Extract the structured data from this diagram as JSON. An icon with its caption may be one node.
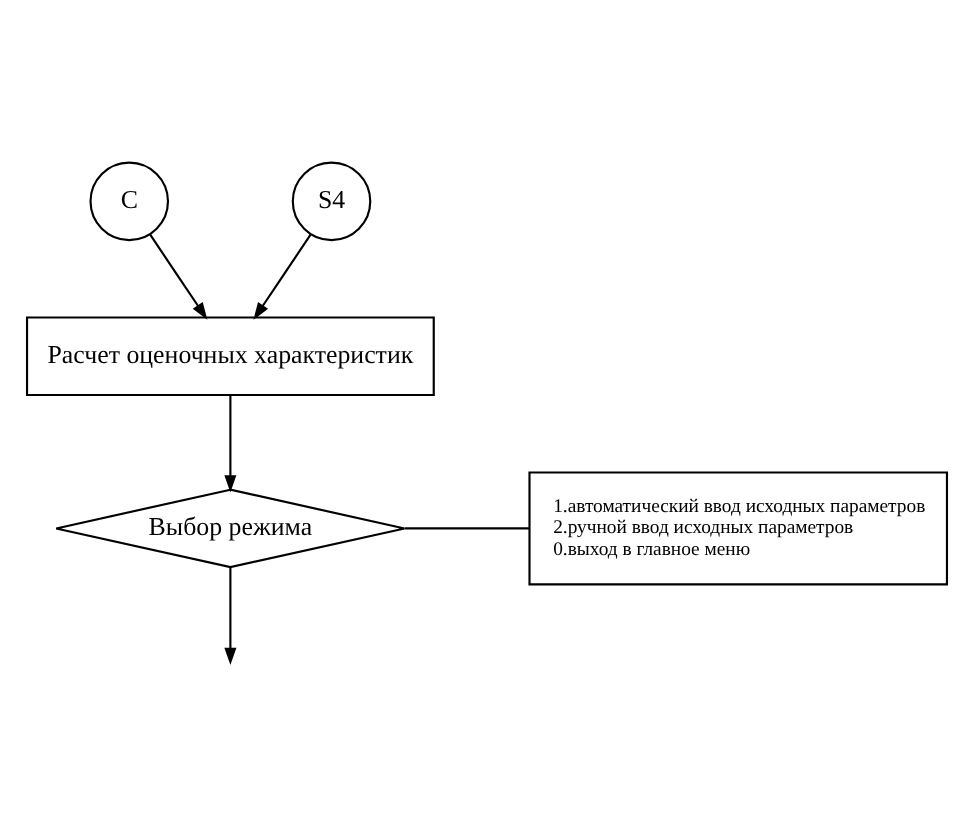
{
  "diagram": {
    "nodes": [
      {
        "text": [
          "C"
        ]
      },
      {
        "text": [
          "S4"
        ]
      },
      {
        "text": [
          "Расчет оценочных характеристик"
        ]
      },
      {
        "text": [
          "Выбор режима"
        ]
      },
      {
        "text": [
          "1.автоматический ввод исходных параметров",
          "2.ручной ввод исходных параметров",
          "0.выход в главное меню"
        ]
      }
    ],
    "edges": [
      {
        "from": 0,
        "to": 2,
        "arrow": "to"
      },
      {
        "from": 1,
        "to": 2,
        "arrow": "to"
      },
      {
        "from": 2,
        "to": 3,
        "arrow": "to"
      },
      {
        "from": 3,
        "to": 4,
        "arrow": "none"
      },
      {
        "from": 3,
        "to": null,
        "arrow": "to"
      }
    ]
  }
}
